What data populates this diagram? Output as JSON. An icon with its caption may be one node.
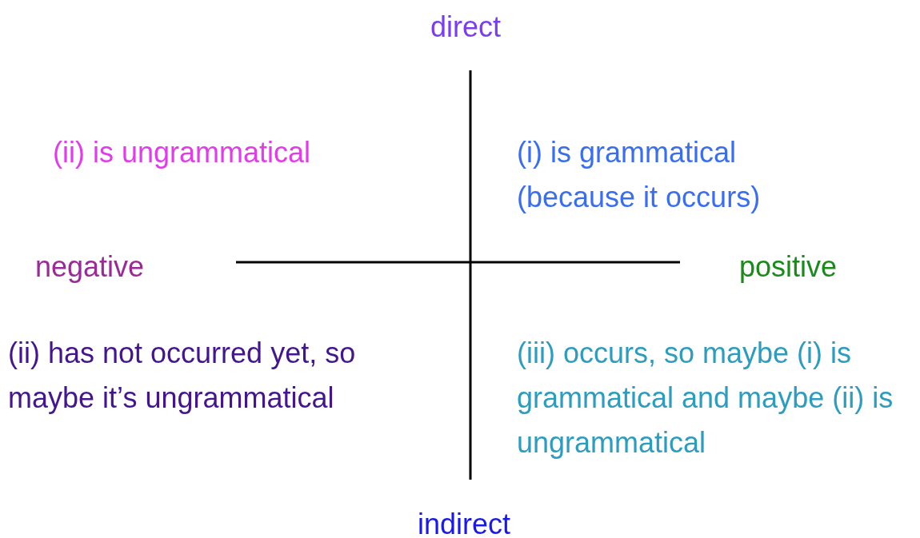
{
  "diagram": {
    "labels": [
      "direct",
      "(ii) is ungrammatical",
      "(i) is grammatical (because it occurs)",
      "negative",
      "positive",
      "(ii) has not occurred yet, so maybe it’s ungrammatical",
      "(iii) occurs, so maybe (i) is grammatical and maybe (ii) is ungrammatical",
      "indirect"
    ]
  }
}
